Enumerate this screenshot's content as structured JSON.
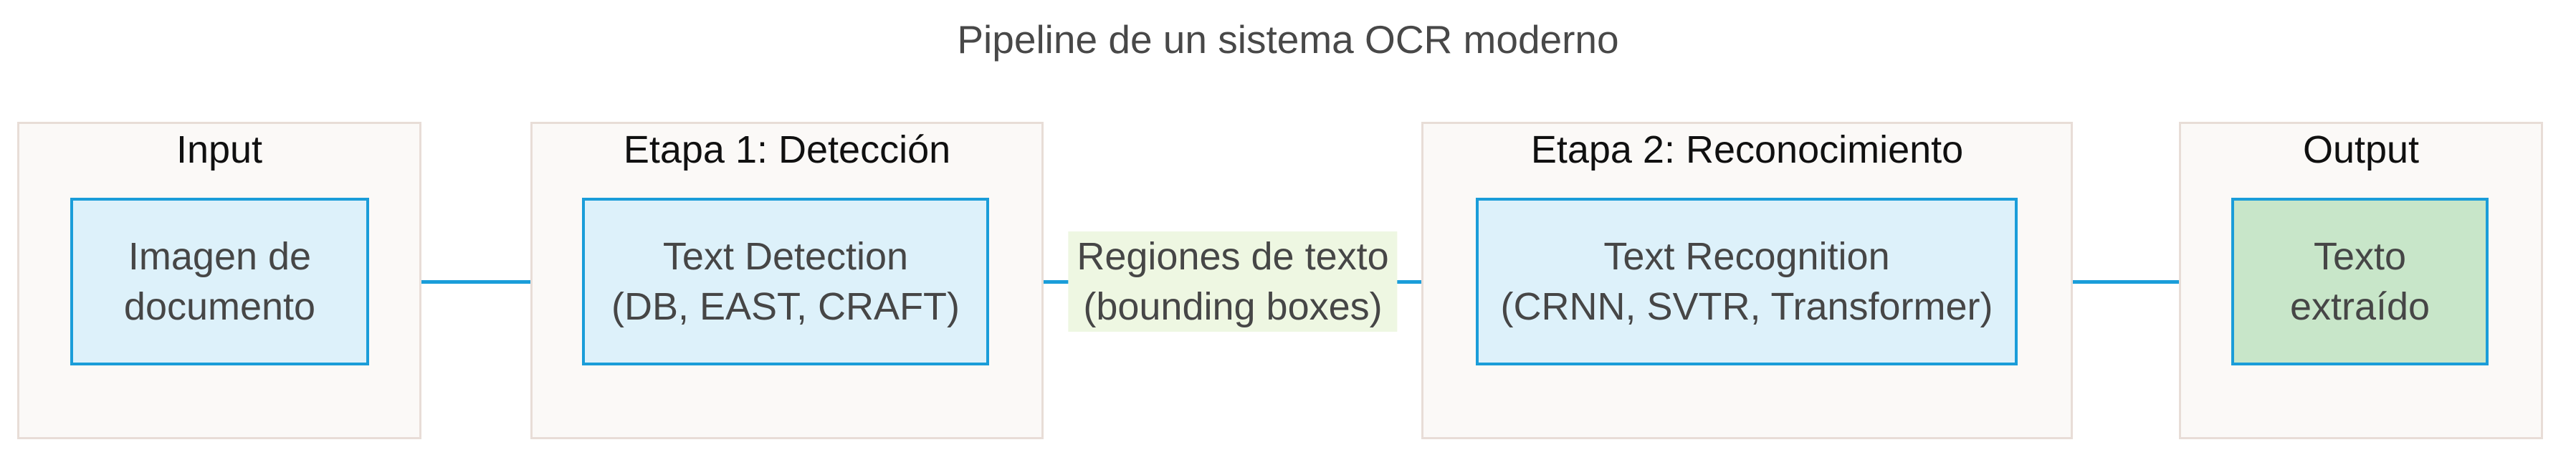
{
  "title": "Pipeline de un sistema OCR moderno",
  "clusters": [
    {
      "label": "Input",
      "node": {
        "line1": "Imagen de",
        "line2": "documento",
        "variant": "blue"
      }
    },
    {
      "label": "Etapa 1: Detección",
      "node": {
        "line1": "Text Detection",
        "line2": "(DB, EAST, CRAFT)",
        "variant": "blue"
      }
    },
    {
      "label": "Etapa 2: Reconocimiento",
      "node": {
        "line1": "Text Recognition",
        "line2": "(CRNN, SVTR, Transformer)",
        "variant": "blue"
      }
    },
    {
      "label": "Output",
      "node": {
        "line1": "Texto",
        "line2": "extraído",
        "variant": "green"
      }
    }
  ],
  "edges": [
    {
      "from": "Imagen de documento",
      "to": "Text Detection",
      "label": ""
    },
    {
      "from": "Text Detection",
      "to": "Text Recognition",
      "label_line1": "Regiones de texto",
      "label_line2": "(bounding boxes)"
    },
    {
      "from": "Text Recognition",
      "to": "Texto extraído",
      "label": ""
    }
  ],
  "colors": {
    "accent_blue": "#1a9dd9",
    "node_blue_fill": "#ddf1fa",
    "node_green_fill": "#c8e6c9",
    "cluster_fill": "#fbf9f7",
    "cluster_border": "#e8ddd7",
    "edge_label_bg": "#eef7e2",
    "node_text": "#464646",
    "cluster_label_text": "#101010",
    "title_text": "#484848"
  }
}
